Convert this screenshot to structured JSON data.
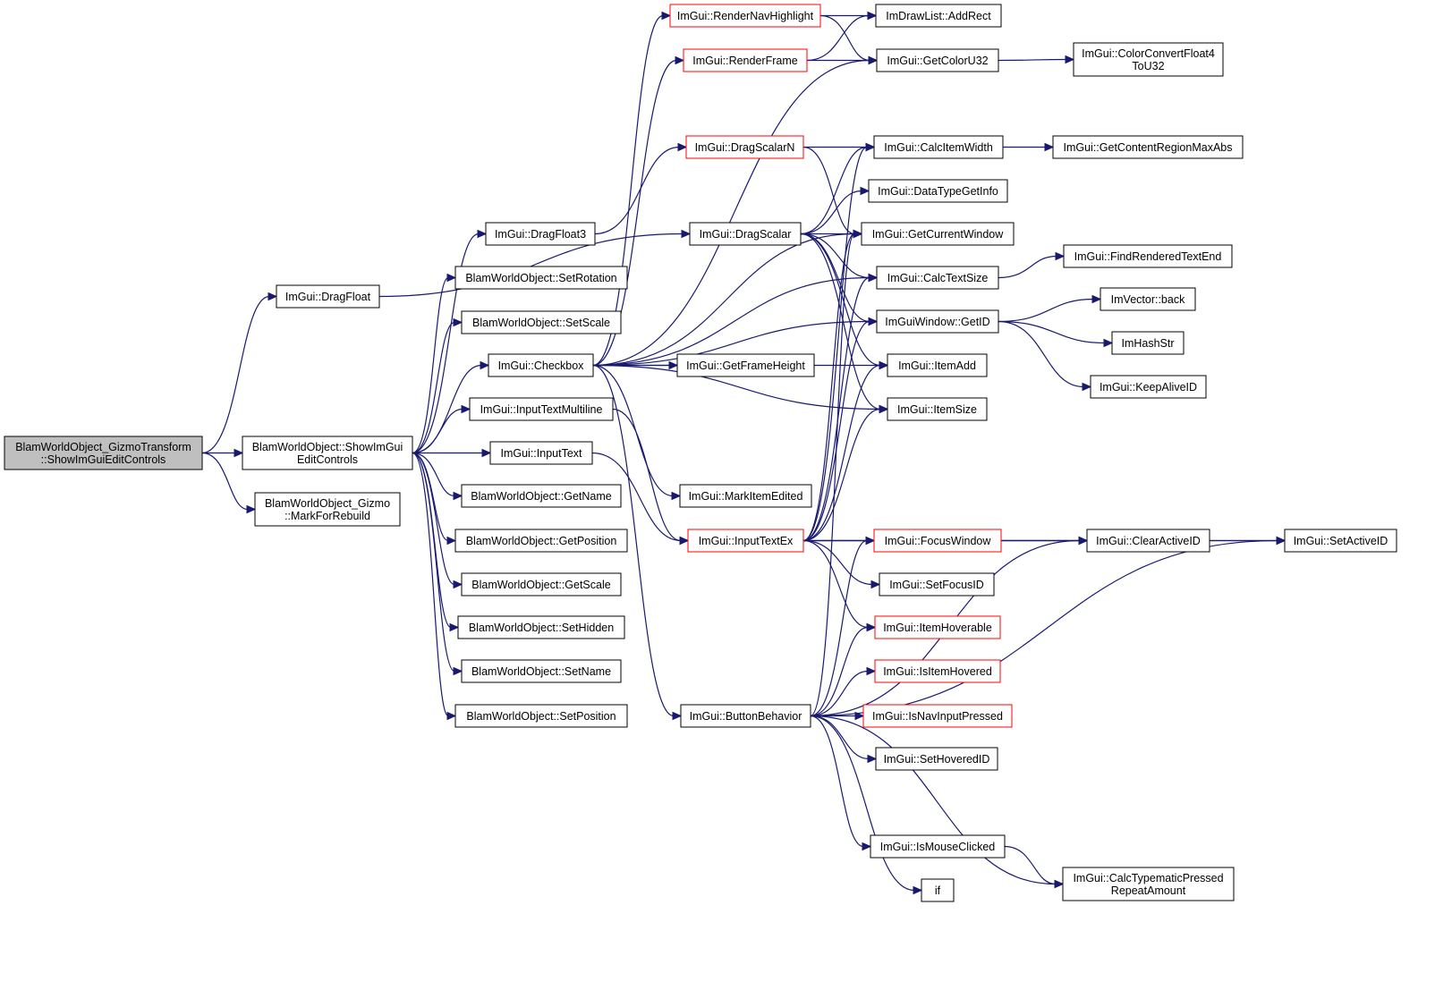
{
  "colors": {
    "edge": "#191970",
    "border_normal": "#000000",
    "border_truncated": "#ff0000",
    "fill_root": "#bfbfbf",
    "fill_normal": "#ffffff"
  },
  "nodes": [
    {
      "id": "root",
      "lines": [
        "BlamWorldObject_GizmoTransform",
        "::ShowImGuiEditControls"
      ],
      "style": "root"
    },
    {
      "id": "dragfloat",
      "lines": [
        "ImGui::DragFloat"
      ],
      "style": "normal"
    },
    {
      "id": "showimgui",
      "lines": [
        "BlamWorldObject::ShowImGui",
        "EditControls"
      ],
      "style": "normal"
    },
    {
      "id": "markrebuild",
      "lines": [
        "BlamWorldObject_Gizmo",
        "::MarkForRebuild"
      ],
      "style": "normal"
    },
    {
      "id": "dragfloat3",
      "lines": [
        "ImGui::DragFloat3"
      ],
      "style": "normal"
    },
    {
      "id": "setrotation",
      "lines": [
        "BlamWorldObject::SetRotation"
      ],
      "style": "normal"
    },
    {
      "id": "setscale",
      "lines": [
        "BlamWorldObject::SetScale"
      ],
      "style": "normal"
    },
    {
      "id": "checkbox",
      "lines": [
        "ImGui::Checkbox"
      ],
      "style": "normal"
    },
    {
      "id": "inputtextml",
      "lines": [
        "ImGui::InputTextMultiline"
      ],
      "style": "normal"
    },
    {
      "id": "inputtext",
      "lines": [
        "ImGui::InputText"
      ],
      "style": "normal"
    },
    {
      "id": "getname",
      "lines": [
        "BlamWorldObject::GetName"
      ],
      "style": "normal"
    },
    {
      "id": "getposition",
      "lines": [
        "BlamWorldObject::GetPosition"
      ],
      "style": "normal"
    },
    {
      "id": "getscale",
      "lines": [
        "BlamWorldObject::GetScale"
      ],
      "style": "normal"
    },
    {
      "id": "sethidden",
      "lines": [
        "BlamWorldObject::SetHidden"
      ],
      "style": "normal"
    },
    {
      "id": "setname",
      "lines": [
        "BlamWorldObject::SetName"
      ],
      "style": "normal"
    },
    {
      "id": "setposition",
      "lines": [
        "BlamWorldObject::SetPosition"
      ],
      "style": "normal"
    },
    {
      "id": "rendernav",
      "lines": [
        "ImGui::RenderNavHighlight"
      ],
      "style": "truncated"
    },
    {
      "id": "renderframe",
      "lines": [
        "ImGui::RenderFrame"
      ],
      "style": "truncated"
    },
    {
      "id": "dragscalarn",
      "lines": [
        "ImGui::DragScalarN"
      ],
      "style": "truncated"
    },
    {
      "id": "dragscalar",
      "lines": [
        "ImGui::DragScalar"
      ],
      "style": "normal"
    },
    {
      "id": "getframeheight",
      "lines": [
        "ImGui::GetFrameHeight"
      ],
      "style": "normal"
    },
    {
      "id": "markitemedited",
      "lines": [
        "ImGui::MarkItemEdited"
      ],
      "style": "normal"
    },
    {
      "id": "inputtextex",
      "lines": [
        "ImGui::InputTextEx"
      ],
      "style": "truncated"
    },
    {
      "id": "buttonbehavior",
      "lines": [
        "ImGui::ButtonBehavior"
      ],
      "style": "normal"
    },
    {
      "id": "addrect",
      "lines": [
        "ImDrawList::AddRect"
      ],
      "style": "normal"
    },
    {
      "id": "getcoloru32",
      "lines": [
        "ImGui::GetColorU32"
      ],
      "style": "normal"
    },
    {
      "id": "calcitemwidth",
      "lines": [
        "ImGui::CalcItemWidth"
      ],
      "style": "normal"
    },
    {
      "id": "datatypegetinfo",
      "lines": [
        "ImGui::DataTypeGetInfo"
      ],
      "style": "normal"
    },
    {
      "id": "getcurrentwindow",
      "lines": [
        "ImGui::GetCurrentWindow"
      ],
      "style": "normal"
    },
    {
      "id": "calctextsize",
      "lines": [
        "ImGui::CalcTextSize"
      ],
      "style": "normal"
    },
    {
      "id": "getid",
      "lines": [
        "ImGuiWindow::GetID"
      ],
      "style": "normal"
    },
    {
      "id": "itemadd",
      "lines": [
        "ImGui::ItemAdd"
      ],
      "style": "normal"
    },
    {
      "id": "itemsize",
      "lines": [
        "ImGui::ItemSize"
      ],
      "style": "normal"
    },
    {
      "id": "focuswindow",
      "lines": [
        "ImGui::FocusWindow"
      ],
      "style": "truncated"
    },
    {
      "id": "setfocusid",
      "lines": [
        "ImGui::SetFocusID"
      ],
      "style": "normal"
    },
    {
      "id": "itemhoverable",
      "lines": [
        "ImGui::ItemHoverable"
      ],
      "style": "truncated"
    },
    {
      "id": "isitemhovered",
      "lines": [
        "ImGui::IsItemHovered"
      ],
      "style": "truncated"
    },
    {
      "id": "isnavinputpressed",
      "lines": [
        "ImGui::IsNavInputPressed"
      ],
      "style": "truncated"
    },
    {
      "id": "sethoveredid",
      "lines": [
        "ImGui::SetHoveredID"
      ],
      "style": "normal"
    },
    {
      "id": "ismouseclicked",
      "lines": [
        "ImGui::IsMouseClicked"
      ],
      "style": "normal"
    },
    {
      "id": "if",
      "lines": [
        "if"
      ],
      "style": "normal"
    },
    {
      "id": "colorconvert",
      "lines": [
        "ImGui::ColorConvertFloat4",
        "ToU32"
      ],
      "style": "normal"
    },
    {
      "id": "getcontentregion",
      "lines": [
        "ImGui::GetContentRegionMaxAbs"
      ],
      "style": "normal"
    },
    {
      "id": "findrenderedtextend",
      "lines": [
        "ImGui::FindRenderedTextEnd"
      ],
      "style": "normal"
    },
    {
      "id": "imvectorback",
      "lines": [
        "ImVector::back"
      ],
      "style": "normal"
    },
    {
      "id": "imhashstr",
      "lines": [
        "ImHashStr"
      ],
      "style": "normal"
    },
    {
      "id": "keepaliveid",
      "lines": [
        "ImGui::KeepAliveID"
      ],
      "style": "normal"
    },
    {
      "id": "clearactiveid",
      "lines": [
        "ImGui::ClearActiveID"
      ],
      "style": "normal"
    },
    {
      "id": "calctypematic",
      "lines": [
        "ImGui::CalcTypematicPressed",
        "RepeatAmount"
      ],
      "style": "normal"
    },
    {
      "id": "setactiveid",
      "lines": [
        "ImGui::SetActiveID"
      ],
      "style": "normal"
    }
  ],
  "edges": [
    [
      "root",
      "dragfloat"
    ],
    [
      "root",
      "showimgui"
    ],
    [
      "root",
      "markrebuild"
    ],
    [
      "dragfloat",
      "dragscalar"
    ],
    [
      "showimgui",
      "dragfloat3"
    ],
    [
      "showimgui",
      "setrotation"
    ],
    [
      "showimgui",
      "setscale"
    ],
    [
      "showimgui",
      "checkbox"
    ],
    [
      "showimgui",
      "inputtextml"
    ],
    [
      "showimgui",
      "inputtext"
    ],
    [
      "showimgui",
      "getname"
    ],
    [
      "showimgui",
      "getposition"
    ],
    [
      "showimgui",
      "getscale"
    ],
    [
      "showimgui",
      "sethidden"
    ],
    [
      "showimgui",
      "setname"
    ],
    [
      "showimgui",
      "setposition"
    ],
    [
      "dragfloat3",
      "dragscalarn"
    ],
    [
      "checkbox",
      "rendernav"
    ],
    [
      "checkbox",
      "renderframe"
    ],
    [
      "checkbox",
      "getcoloru32"
    ],
    [
      "checkbox",
      "getcurrentwindow"
    ],
    [
      "checkbox",
      "calctextsize"
    ],
    [
      "checkbox",
      "getid"
    ],
    [
      "checkbox",
      "getframeheight"
    ],
    [
      "checkbox",
      "itemadd"
    ],
    [
      "checkbox",
      "itemsize"
    ],
    [
      "checkbox",
      "markitemedited"
    ],
    [
      "checkbox",
      "buttonbehavior"
    ],
    [
      "inputtextml",
      "inputtextex"
    ],
    [
      "inputtext",
      "inputtextex"
    ],
    [
      "rendernav",
      "addrect"
    ],
    [
      "rendernav",
      "getcoloru32"
    ],
    [
      "renderframe",
      "addrect"
    ],
    [
      "renderframe",
      "getcoloru32"
    ],
    [
      "getcoloru32",
      "colorconvert"
    ],
    [
      "dragscalarn",
      "calcitemwidth"
    ],
    [
      "dragscalarn",
      "getcurrentwindow"
    ],
    [
      "calcitemwidth",
      "getcontentregion"
    ],
    [
      "dragscalar",
      "calcitemwidth"
    ],
    [
      "dragscalar",
      "datatypegetinfo"
    ],
    [
      "dragscalar",
      "getcurrentwindow"
    ],
    [
      "dragscalar",
      "calctextsize"
    ],
    [
      "dragscalar",
      "getid"
    ],
    [
      "dragscalar",
      "itemadd"
    ],
    [
      "dragscalar",
      "itemsize"
    ],
    [
      "calctextsize",
      "findrenderedtextend"
    ],
    [
      "getid",
      "imvectorback"
    ],
    [
      "getid",
      "imhashstr"
    ],
    [
      "getid",
      "keepaliveid"
    ],
    [
      "inputtextex",
      "calcitemwidth"
    ],
    [
      "inputtextex",
      "getcurrentwindow"
    ],
    [
      "inputtextex",
      "calctextsize"
    ],
    [
      "inputtextex",
      "getid"
    ],
    [
      "inputtextex",
      "itemadd"
    ],
    [
      "inputtextex",
      "itemsize"
    ],
    [
      "inputtextex",
      "focuswindow"
    ],
    [
      "inputtextex",
      "setfocusid"
    ],
    [
      "inputtextex",
      "itemhoverable"
    ],
    [
      "inputtextex",
      "clearactiveid"
    ],
    [
      "inputtextex",
      "setactiveid"
    ],
    [
      "focuswindow",
      "clearactiveid"
    ],
    [
      "clearactiveid",
      "setactiveid"
    ],
    [
      "buttonbehavior",
      "getcurrentwindow"
    ],
    [
      "buttonbehavior",
      "focuswindow"
    ],
    [
      "buttonbehavior",
      "itemhoverable"
    ],
    [
      "buttonbehavior",
      "isitemhovered"
    ],
    [
      "buttonbehavior",
      "isnavinputpressed"
    ],
    [
      "buttonbehavior",
      "sethoveredid"
    ],
    [
      "buttonbehavior",
      "ismouseclicked"
    ],
    [
      "buttonbehavior",
      "if"
    ],
    [
      "buttonbehavior",
      "calctypematic"
    ],
    [
      "buttonbehavior",
      "clearactiveid"
    ],
    [
      "buttonbehavior",
      "setactiveid"
    ],
    [
      "ismouseclicked",
      "calctypematic"
    ]
  ]
}
